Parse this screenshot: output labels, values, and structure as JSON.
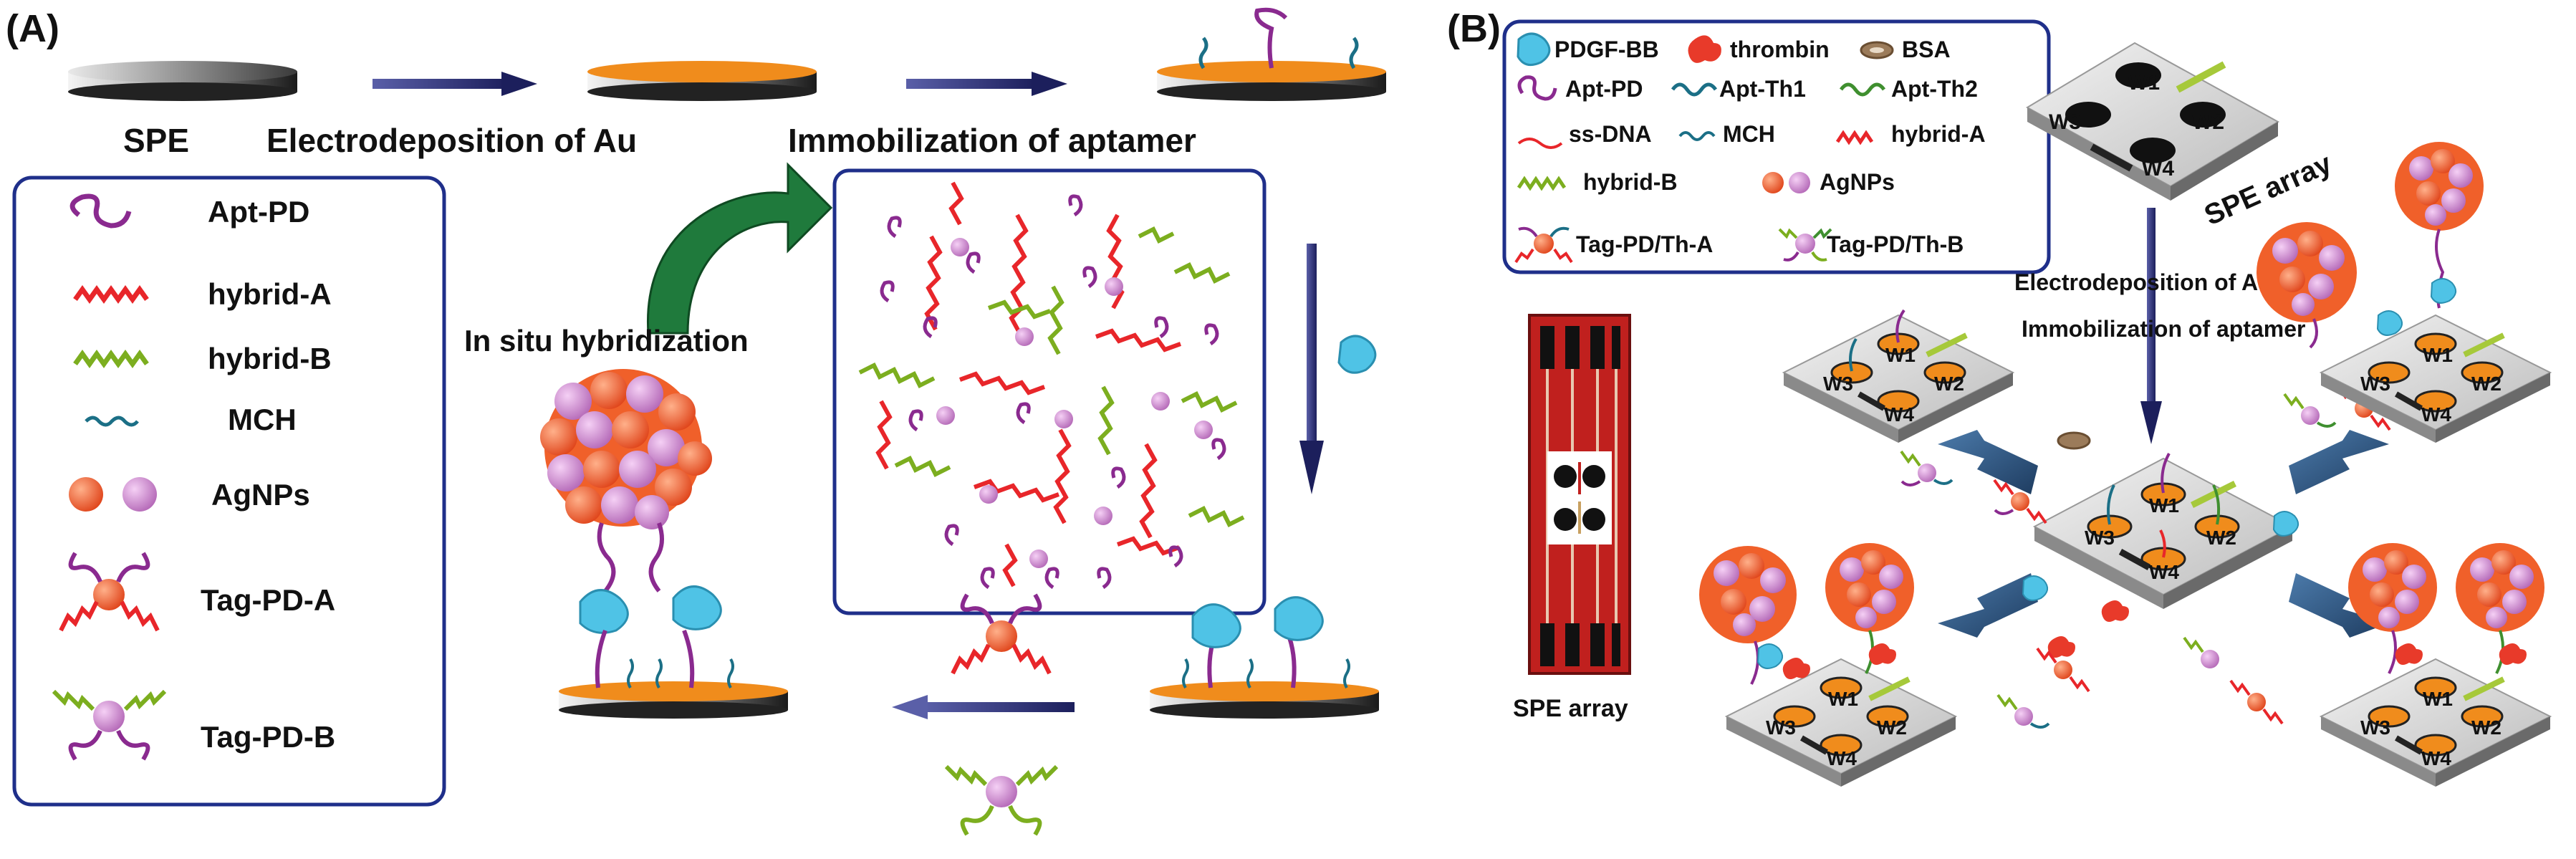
{
  "panel_a": {
    "tag": "(A)",
    "steps": {
      "spe": "SPE",
      "electrodeposition": "Electrodeposition of Au",
      "immobilization": "Immobilization of aptamer",
      "in_situ": "In situ hybridization"
    },
    "legend": [
      "Apt-PD",
      "hybrid-A",
      "hybrid-B",
      "MCH",
      "AgNPs",
      "Tag-PD-A",
      "Tag-PD-B"
    ]
  },
  "panel_b": {
    "tag": "(B)",
    "legend": {
      "row1": [
        "PDGF-BB",
        "thrombin",
        "BSA"
      ],
      "row2": [
        "Apt-PD",
        "Apt-Th1",
        "Apt-Th2"
      ],
      "row3": [
        "ss-DNA",
        "MCH",
        "hybrid-A"
      ],
      "row4": [
        "hybrid-B",
        "AgNPs"
      ],
      "row5": [
        "Tag-PD/Th-A",
        "Tag-PD/Th-B"
      ]
    },
    "spe_array_label": "SPE array",
    "spe_array_tilted_label": "SPE  array",
    "step1": "Electrodeposition of Au",
    "step2": "Immobilization of aptamer",
    "electrodes": [
      "W1",
      "W2",
      "W3",
      "W4"
    ]
  },
  "colors": {
    "frame_blue": "#1f2f8a",
    "arrow_navy": "#2a2f7a",
    "gold": "#f08c1c",
    "red_strand": "#e8262a",
    "green_strand": "#7cae1f",
    "purple_strand": "#8a2a8f",
    "teal_strand": "#1b6f86",
    "pdgf": "#4fc3e6",
    "thrombin": "#e83a2a",
    "bsa": "#9b7b5a",
    "agnp_orange": "#f0602a",
    "agnp_pink": "#d88ad8",
    "green_arrow": "#1f7a3c",
    "steel_arrow": "#2f5a86"
  }
}
